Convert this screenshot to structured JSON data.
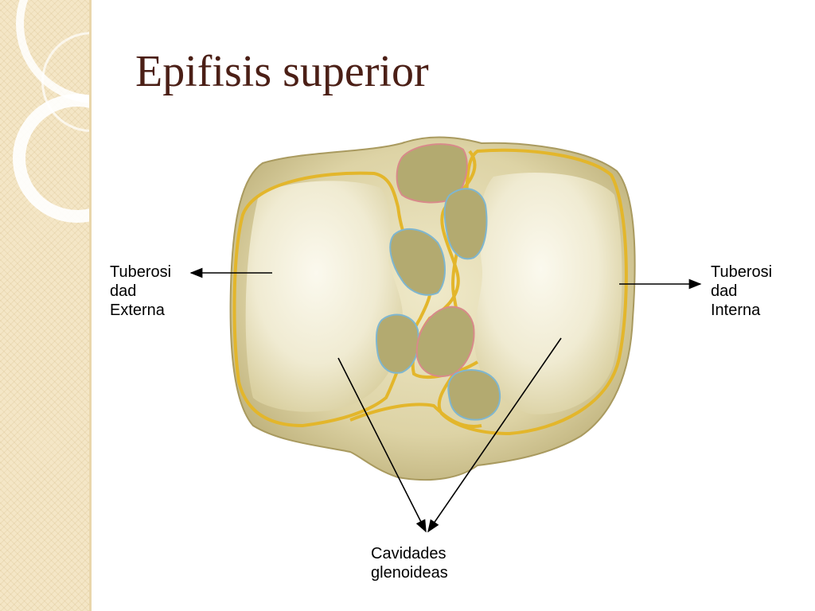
{
  "slide": {
    "title": "Epifisis superior"
  },
  "labels": {
    "external": {
      "line1": "Tuberosi",
      "line2": "dad",
      "line3": "Externa"
    },
    "internal": {
      "line1": "Tuberosi",
      "line2": "dad",
      "line3": "Interna"
    },
    "cavities": {
      "line1": "Cavidades",
      "line2": "glenoideas"
    }
  },
  "colors": {
    "title": "#4b1f16",
    "sidebar": "#f4e6c6",
    "bone": "#e6dfb8",
    "outline": "#e0b52a",
    "insertion": "#b5ab74"
  },
  "icons": [
    "sidebar-ring-decoration"
  ]
}
